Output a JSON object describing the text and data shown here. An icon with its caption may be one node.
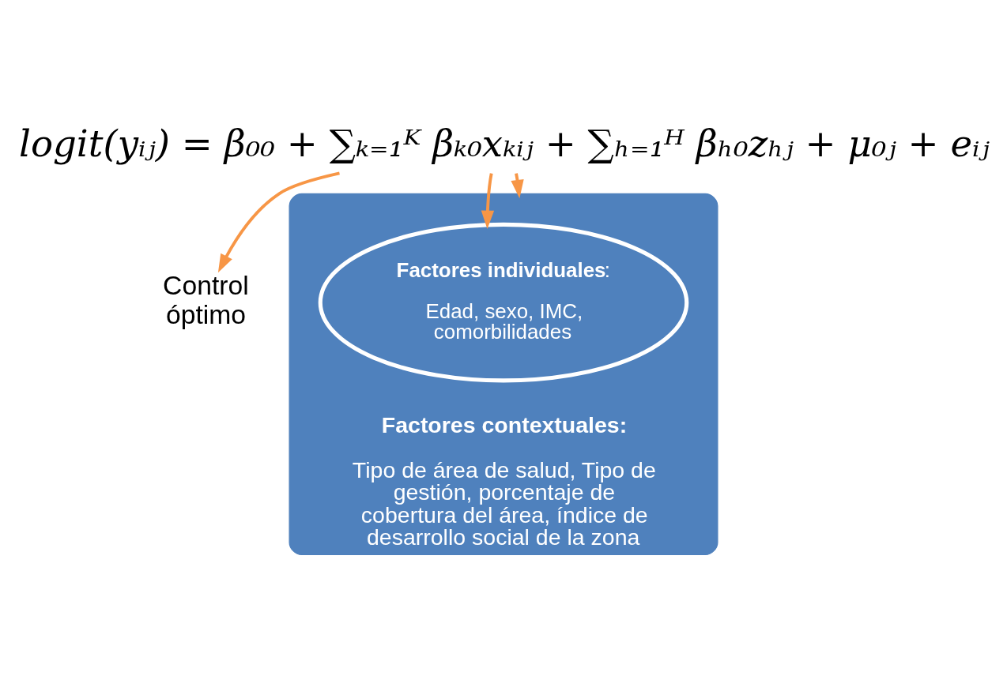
{
  "diagram": {
    "nodes": [
      {
        "text": [
          "logit(yᵢⱼ) = β₀₀ + ∑ₖ₌₁ᴷ βₖ₀xₖᵢⱼ + ∑ₕ₌₁ᴴ βₕ₀zₕⱼ + μ₀ⱼ + eᵢⱼ"
        ]
      },
      {
        "text": [
          "Control óptimo"
        ]
      },
      {
        "text": [
          "Factores contextuales:",
          "Tipo de área de salud, Tipo de gestión, porcentaje de cobertura del área, índice de desarrollo social de la zona"
        ]
      },
      {
        "text": [
          "**Factores individuales**:",
          "Edad, sexo, IMC, comorbilidades"
        ],
        "in": 2
      }
    ],
    "edges": [
      {
        "from": 0,
        "to": 1,
        "arrow": "to"
      },
      {
        "from": 0,
        "to": 3,
        "arrow": "to"
      },
      {
        "from": 0,
        "to": 2,
        "arrow": "to"
      }
    ]
  }
}
